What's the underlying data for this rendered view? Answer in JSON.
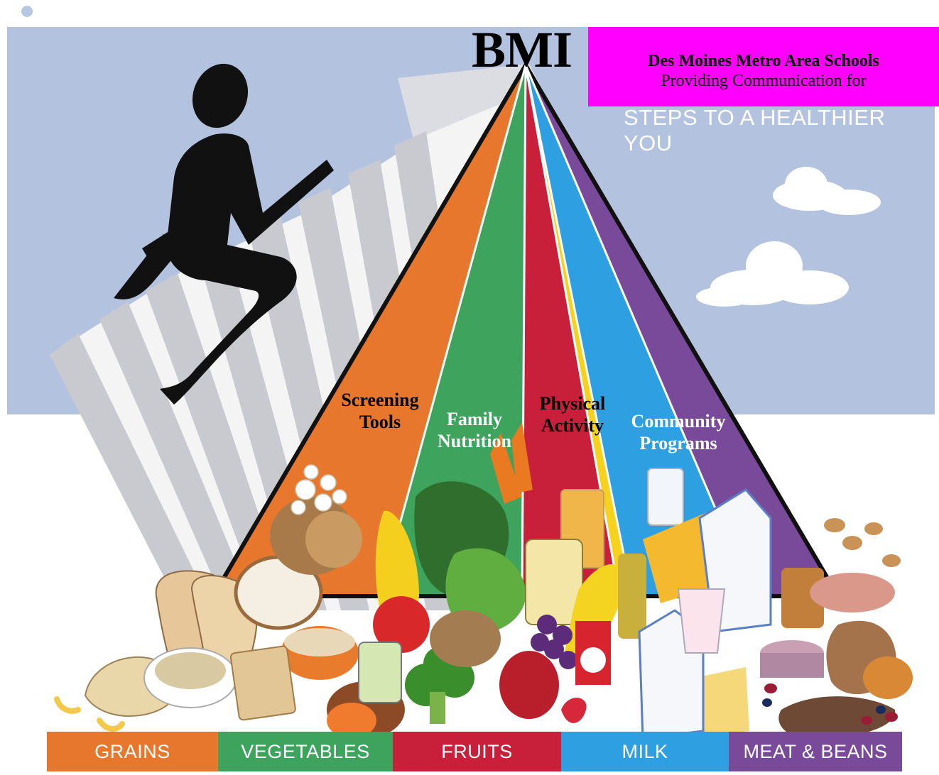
{
  "header": {
    "bmi": "BMI",
    "organization": "Des Moines Metro Area Schools",
    "subtitle": "Providing Communication for",
    "slogan": "STEPS TO A HEALTHIER YOU"
  },
  "sections": [
    {
      "id": "screening",
      "line1": "Screening",
      "line2": "Tools"
    },
    {
      "id": "family",
      "line1": "Family",
      "line2": "Nutrition"
    },
    {
      "id": "physical",
      "line1": "Physical",
      "line2": "Activity"
    },
    {
      "id": "community",
      "line1": "Community",
      "line2": "Programs"
    }
  ],
  "food_groups": [
    {
      "label": "GRAINS",
      "color": "#e8772e"
    },
    {
      "label": "VEGETABLES",
      "color": "#3da35d"
    },
    {
      "label": "FRUITS",
      "color": "#c8203a"
    },
    {
      "label": "MILK",
      "color": "#2e9fe0"
    },
    {
      "label": "MEAT & BEANS",
      "color": "#7a4a9a"
    }
  ],
  "colors": {
    "sky": "#b3c3df",
    "banner": "#ff00ff",
    "stairs": "#f2f2f2",
    "oil": "#f6d21f",
    "figure": "#111111"
  },
  "icons": [
    "runner-figure-icon",
    "cloud-icon",
    "stairs-icon",
    "food-items-icon"
  ]
}
